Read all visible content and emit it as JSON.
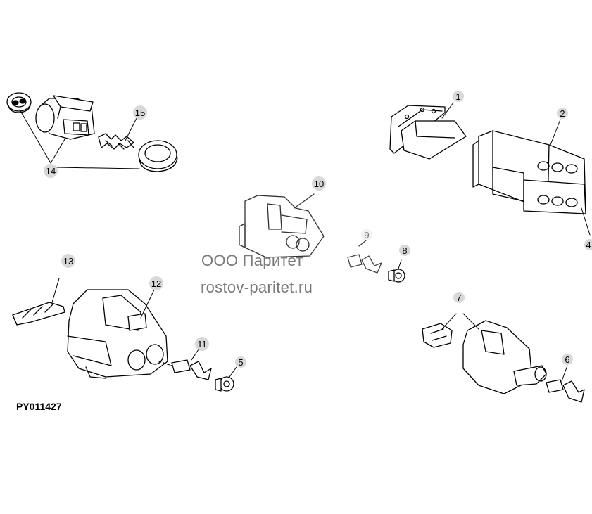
{
  "callouts": [
    "1",
    "2",
    "4",
    "5",
    "6",
    "7",
    "8",
    "9",
    "10",
    "11",
    "12",
    "13",
    "14",
    "15"
  ],
  "watermark": {
    "line1": "ООО Паритет",
    "line2": "rostov-paritet.ru"
  },
  "reference_code": "PY011427",
  "colors": {
    "line": "#000000",
    "callout_circle": "#d8d8d8",
    "watermark": "#7a7a7a",
    "background": "#ffffff"
  }
}
